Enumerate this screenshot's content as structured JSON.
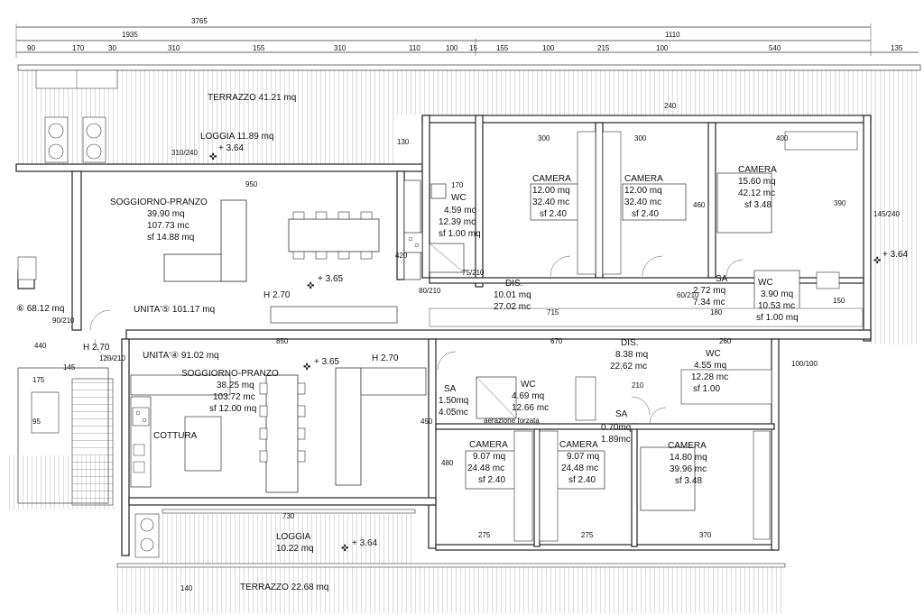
{
  "top_dimensions": {
    "total": "3765",
    "left_span": "1935",
    "right_span": "1110",
    "segments": [
      "90",
      "170",
      "30",
      "310",
      "155",
      "310",
      "110",
      "100",
      "15",
      "155",
      "100",
      "215",
      "100",
      "540",
      "135"
    ]
  },
  "rooms": {
    "terrazzo_top": "TERRAZZO 41.21 mq",
    "loggia_top": "LOGGIA 11.89 mq",
    "soggiorno_5": [
      "SOGGIORNO-PRANZO",
      "39.90 mq",
      "107.73 mc",
      "sf 14.88 mq"
    ],
    "wc_5": [
      "WC",
      "4.59 mc",
      "12.39 mc",
      "sf 1.00 mq"
    ],
    "camera_a": [
      "CAMERA",
      "12.00 mq",
      "32.40 mc",
      "sf 2.40"
    ],
    "camera_b": [
      "CAMERA",
      "12.00 mq",
      "32.40 mc",
      "sf 2.40"
    ],
    "camera_c": [
      "CAMERA",
      "15.60 mq",
      "42.12 mc",
      "sf 3.48"
    ],
    "dis_5": [
      "DIS.",
      "10.01 mq",
      "27.02 mc"
    ],
    "sa_5": [
      "SA",
      "2.72 mq",
      "7.34 mc"
    ],
    "wc_5b": [
      "WC",
      "3.90 mq",
      "10.53 mc",
      "sf 1.00 mq"
    ],
    "unit_5": "UNITA'⑤ 101.17 mq",
    "unit_6": "⑥ 68.12 mq",
    "unit_4": "UNITA'④ 91.02 mq",
    "soggiorno_4": [
      "SOGGIORNO-PRANZO",
      "38.25 mq",
      "103.72 mc",
      "sf 12.00 mq"
    ],
    "cottura": "COTTURA",
    "sa_4": [
      "SA",
      "1.50mq",
      "4.05mc"
    ],
    "wc_4": [
      "WC",
      "4.69 mq",
      "12.66 mc"
    ],
    "aerazione": "aerazione   forzata",
    "dis_4": [
      "DIS.",
      "8.38 mq",
      "22.62 mc"
    ],
    "wc_4b": [
      "WC",
      "4.55 mq",
      "12.28 mc",
      "sf 1.00"
    ],
    "sa_4b": [
      "SA",
      "0.70mq",
      "1.89mc"
    ],
    "camera_d": [
      "CAMERA",
      "9.07 mq",
      "24.48 mc",
      "sf 2.40"
    ],
    "camera_e": [
      "CAMERA",
      "9.07 mq",
      "24.48 mc",
      "sf 2.40"
    ],
    "camera_f": [
      "CAMERA",
      "14.80 mq",
      "39.96 mc",
      "sf 3.48"
    ],
    "loggia_bottom": [
      "LOGGIA",
      "10.22 mq"
    ],
    "terrazzo_bottom": "TERRAZZO 22.68 mq"
  },
  "levels": {
    "top_loggia": "+ 3.64",
    "unit5_floor": "+ 3.65",
    "unit4_floor": "+ 3.65",
    "right_terrace": "+ 3.64",
    "bottom_loggia": "+ 3.64",
    "h1": "H 2.70",
    "h2": "H 2.70",
    "h3": "H 2.70"
  },
  "inner_dims": {
    "d950": "950",
    "d850": "850",
    "d670": "670",
    "d715": "715",
    "d440": "440",
    "d145": "145",
    "d260": "260",
    "d300a": "300",
    "d300b": "300",
    "d400": "400",
    "d275a": "275",
    "d275b": "275",
    "d370": "370",
    "d730": "730",
    "d450": "450",
    "d480": "480",
    "d420": "420",
    "d210": "210",
    "d180": "180",
    "d170": "170",
    "d175": "175",
    "d150": "150",
    "d140": "140",
    "d130": "130",
    "d390": "390",
    "d100_100": "100/100",
    "d145_240": "145/240",
    "d310_240": "310/240",
    "d80_210": "80/210",
    "d90_210": "90/210",
    "d95": "95",
    "d240": "240",
    "d460": "460",
    "d120_210": "120/210",
    "d75_210": "75/210",
    "d60_210": "60/210"
  }
}
